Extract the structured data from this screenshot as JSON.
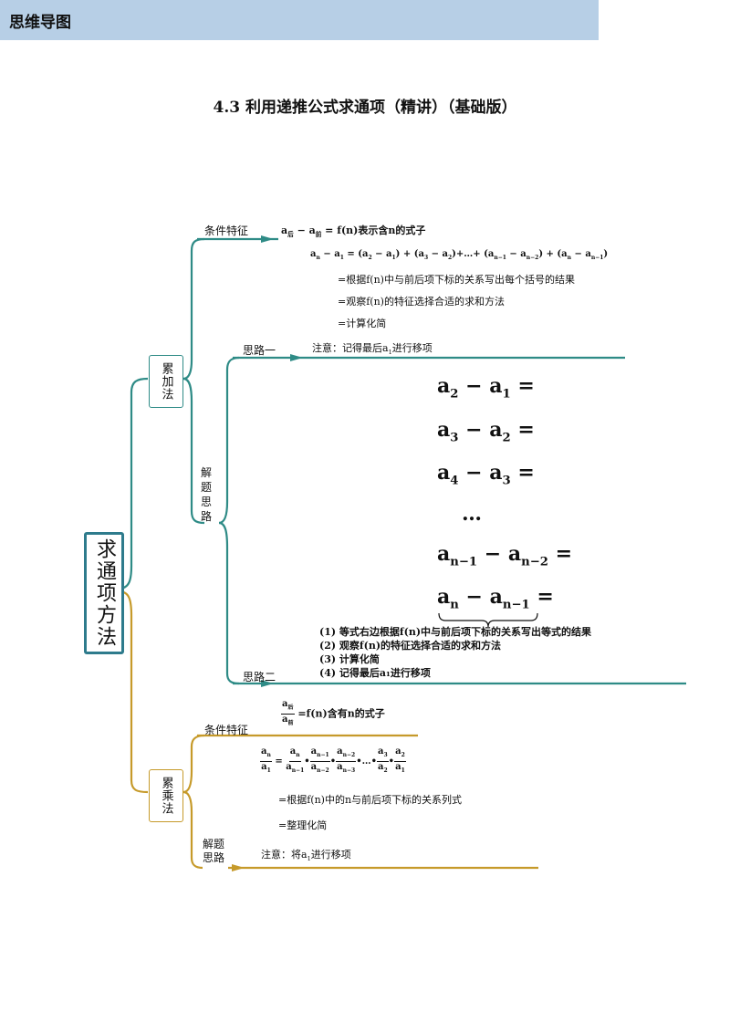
{
  "title": "4.3  利用递推公式求通项（精讲）（基础版）",
  "section": "思维导图",
  "root": "求通项方法",
  "branch1": {
    "name": "累加法",
    "condition_label": "条件特征",
    "condition_text": "表示含n的式子",
    "approach_label": "解题思路",
    "idea1_label": "思路一",
    "idea1_steps": [
      "=根据f(n)中与前后项下标的关系写出每个括号的结果",
      "=观察f(n)的特征选择合适的求和方法",
      "=计算化简"
    ],
    "idea1_note_prefix": "注意：记得最后",
    "idea1_note_suffix": "进行移项",
    "idea2_label": "思路二",
    "idea2_steps": [
      "(1) 等式右边根据f(n)中与前后项下标的关系写出等式的结果",
      "(2) 观察f(n)的特征选择合适的求和方法",
      "(3) 计算化简",
      "(4) 记得最后a₁进行移项"
    ],
    "ellipsis": "…"
  },
  "branch2": {
    "name": "累乘法",
    "condition_label": "条件特征",
    "condition_text": "含有n的式子",
    "approach_label": "解题思路",
    "steps": [
      "=根据f(n)中的n与前后项下标的关系列式",
      "=整理化简"
    ],
    "note_prefix": "注意：将",
    "note_suffix": "进行移项"
  },
  "colors": {
    "teal": "#2e8b86",
    "gold": "#c69a2a",
    "banner": "#b7cfe6"
  }
}
